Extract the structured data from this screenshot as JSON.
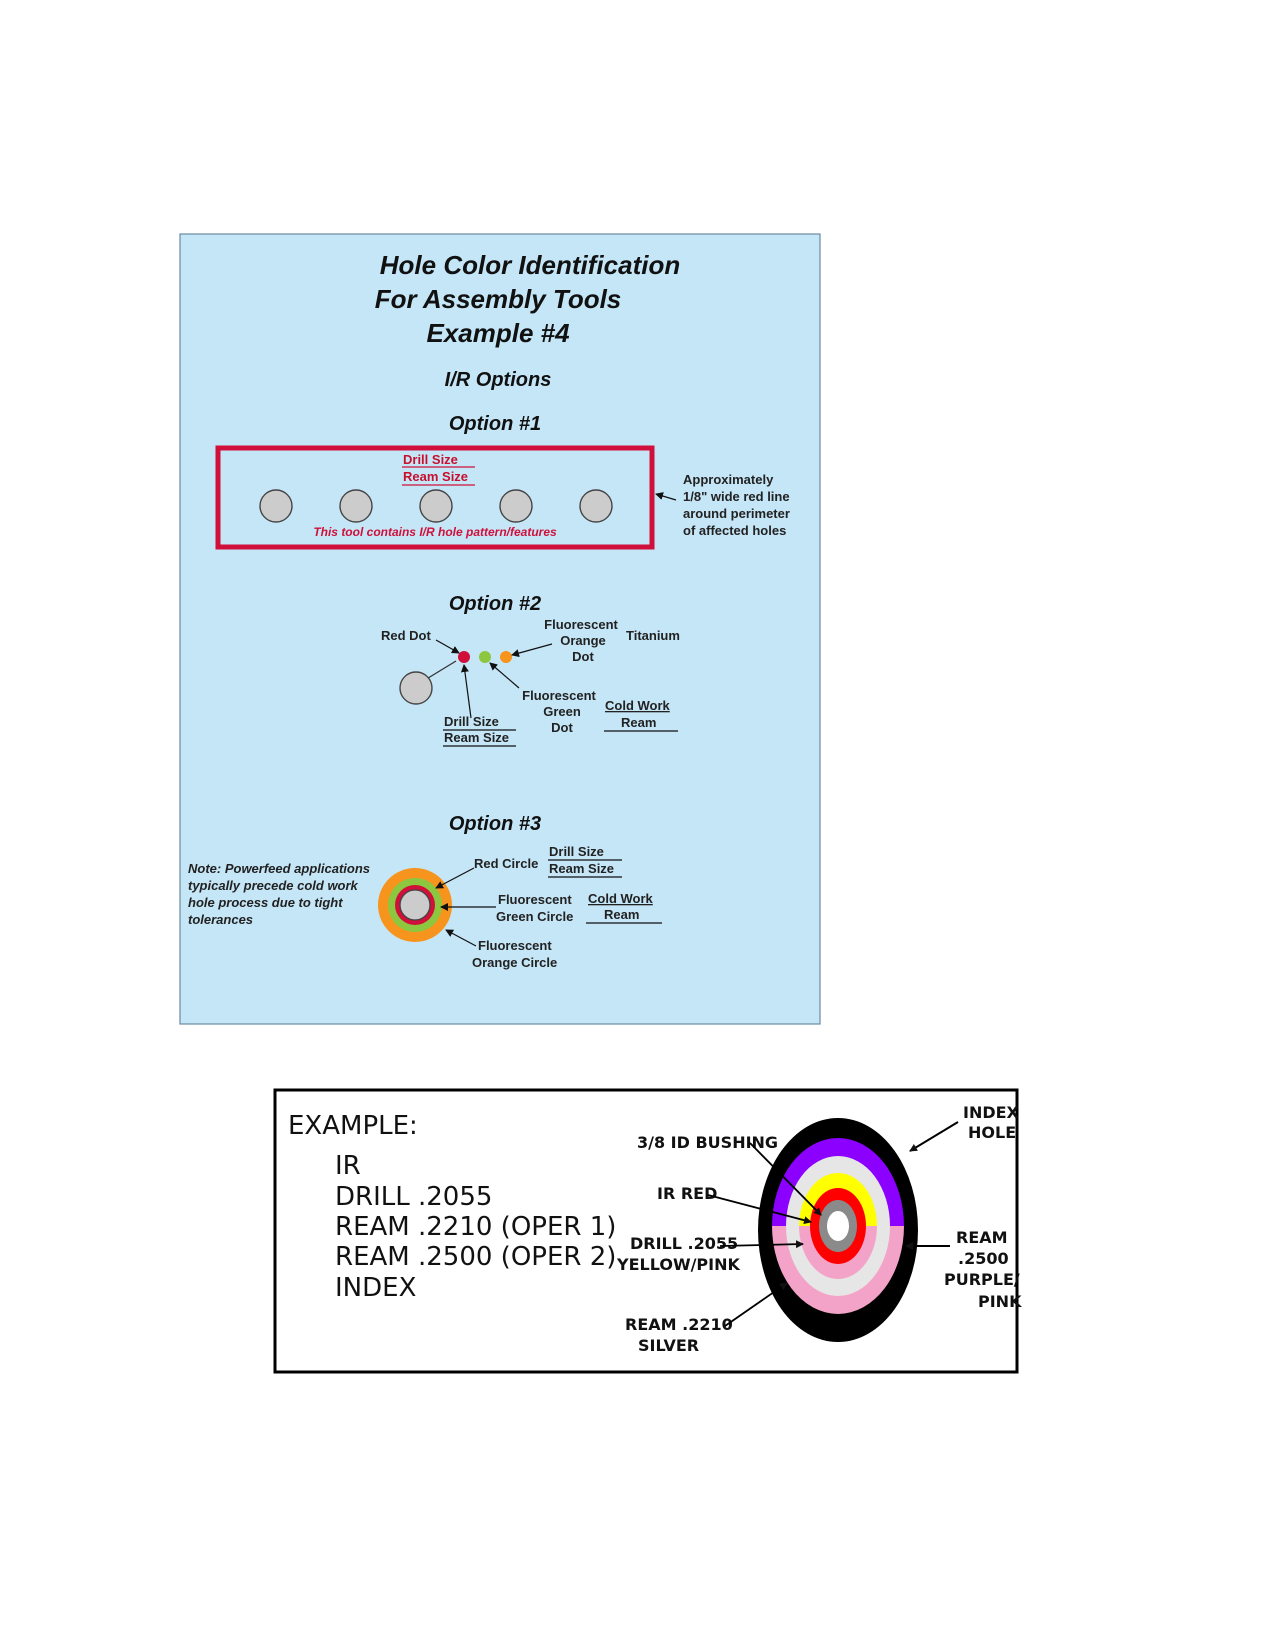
{
  "panel1": {
    "title_line1": "Hole Color Identification",
    "title_line2": "For Assembly Tools",
    "title_line3": "Example #4",
    "subtitle": "I/R Options",
    "colors": {
      "background": "#c5e6f7",
      "red": "#d0103a",
      "hole_gray": "#cccccc",
      "orange": "#f7941d",
      "green": "#8dc63f"
    },
    "option1": {
      "heading": "Option #1",
      "drill_size": "Drill Size",
      "ream_size": "Ream Size",
      "tool_note": "This tool contains I/R hole pattern/features",
      "callout_line1": "Approximately",
      "callout_line2": "1/8\" wide red line",
      "callout_line3": "around perimeter",
      "callout_line4": "of affected holes"
    },
    "option2": {
      "heading": "Option #2",
      "red_dot": "Red Dot",
      "orange_dot_line1": "Fluorescent",
      "orange_dot_line2": "Orange",
      "orange_dot_line3": "Dot",
      "titanium": "Titanium",
      "green_dot_line1": "Fluorescent",
      "green_dot_line2": "Green",
      "green_dot_line3": "Dot",
      "cold_work": "Cold Work",
      "ream": "Ream",
      "drill_size": "Drill Size",
      "ream_size": "Ream Size"
    },
    "option3": {
      "heading": "Option #3",
      "note_line1": "Note: Powerfeed applications",
      "note_line2": "typically precede cold work",
      "note_line3": "hole process due to tight",
      "note_line4": "tolerances",
      "red_circle": "Red Circle",
      "drill_size": "Drill Size",
      "ream_size": "Ream Size",
      "green_circle_line1": "Fluorescent",
      "green_circle_line2": "Green Circle",
      "cold_work": "Cold Work",
      "ream": "Ream",
      "orange_circle_line1": "Fluorescent",
      "orange_circle_line2": "Orange Circle"
    }
  },
  "panel2": {
    "example_label": "EXAMPLE:",
    "lines": [
      "IR",
      "DRILL .2055",
      "REAM .2210 (OPER 1)",
      "REAM .2500 (OPER 2)",
      "INDEX"
    ],
    "bushing_label": "3/8 ID BUSHING",
    "ir_red_label": "IR RED",
    "drill_label_line1": "DRILL .2055",
    "drill_label_line2": "YELLOW/PINK",
    "ream2210_line1": "REAM .2210",
    "ream2210_line2": "SILVER",
    "index_line1": "INDEX",
    "index_line2": "HOLE",
    "ream2500_line1": "REAM",
    "ream2500_line2": ".2500",
    "ream2500_line3": "PURPLE/",
    "ream2500_line4": "PINK",
    "colors": {
      "black": "#000000",
      "purple": "#8b00ff",
      "pink": "#f4a3c8",
      "silver": "#e6e6e6",
      "yellow": "#ffff00",
      "red": "#ff0000",
      "gray": "#8a8a8a"
    }
  }
}
